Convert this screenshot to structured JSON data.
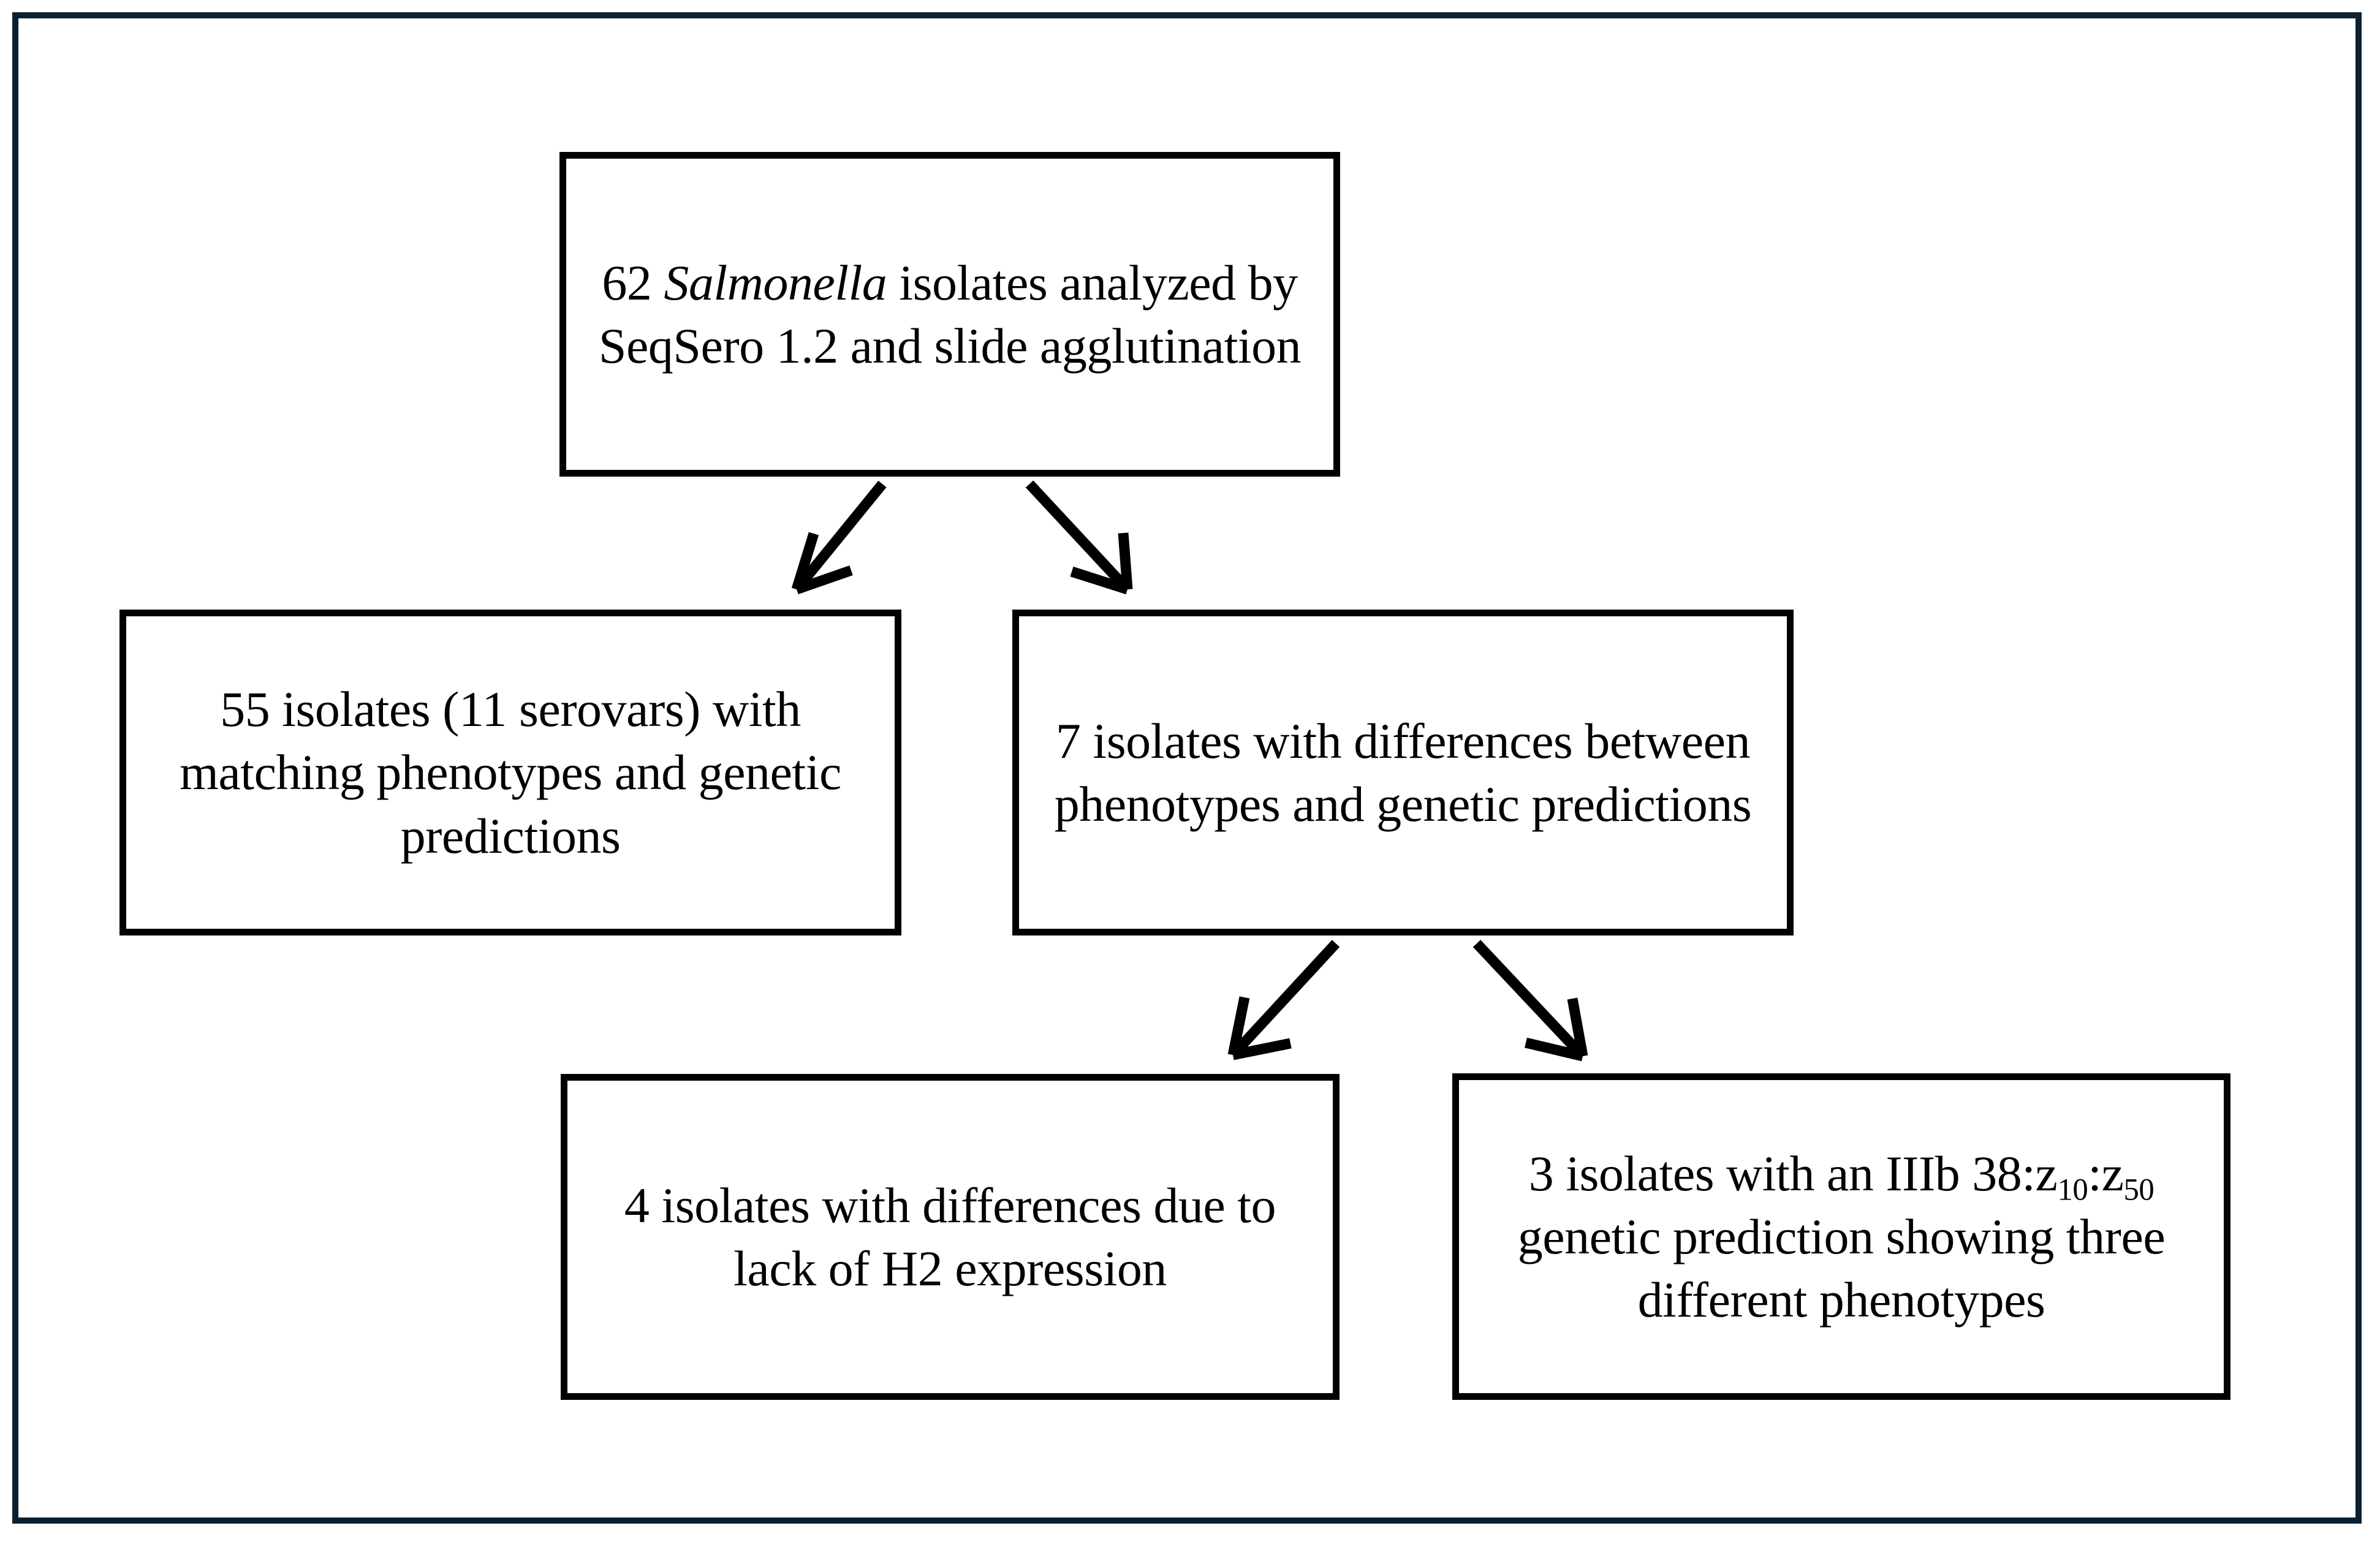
{
  "figure": {
    "type": "flowchart",
    "orientation": "top-down",
    "frame_color": "#0a2030",
    "node_border_color": "#000000",
    "background_color": "#ffffff",
    "arrow_color": "#000000"
  },
  "nodes": {
    "root": {
      "id": "root",
      "label_parts": {
        "before": "62 ",
        "italic": "Salmonella",
        "after": " isolates analyzed by SeqSero 1.2 and slide agglutination"
      },
      "count": 62,
      "plain_text": "62 Salmonella isolates analyzed by SeqSero 1.2 and slide agglutination"
    },
    "matching": {
      "id": "matching",
      "count": 55,
      "serovars": 11,
      "text": "55 isolates (11 serovars) with matching phenotypes and genetic predictions"
    },
    "differences": {
      "id": "differences",
      "count": 7,
      "text": "7 isolates with differences between phenotypes and genetic predictions"
    },
    "h2_lack": {
      "id": "h2_lack",
      "count": 4,
      "text": "4 isolates with differences due to lack of H2 expression"
    },
    "iiib": {
      "id": "iiib",
      "count": 3,
      "line1": "3 isolates with an",
      "serotype_prefix": "IIIb 38:z",
      "sub1": "10",
      "serotype_mid": ":z",
      "sub2": "50",
      "serotype_suffix": " genetic",
      "line3": "prediction showing three",
      "line4": "different phenotypes",
      "plain_text": "3 isolates with an IIIb 38:z10:z50 genetic prediction showing three different phenotypes"
    }
  },
  "edges": [
    {
      "id": "root-to-matching",
      "from": "root",
      "to": "matching",
      "style": "arrow-down-left"
    },
    {
      "id": "root-to-differences",
      "from": "root",
      "to": "differences",
      "style": "arrow-down-right"
    },
    {
      "id": "differences-to-h2",
      "from": "differences",
      "to": "h2_lack",
      "style": "arrow-down-left"
    },
    {
      "id": "differences-to-iiib",
      "from": "differences",
      "to": "iiib",
      "style": "arrow-down-right"
    }
  ]
}
